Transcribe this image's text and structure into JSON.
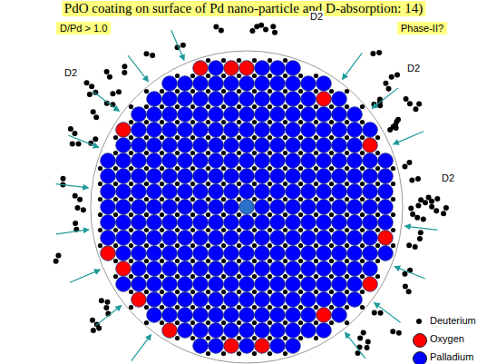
{
  "diagram": {
    "title": "PdO coating on surface of Pd nano-particle and D-absorption: 14)",
    "labels": [
      "D/Pd > 1.0",
      "Phase-II?",
      "D2",
      "D2",
      "D2",
      "D2"
    ],
    "legend": [
      {
        "text": "Deuterium",
        "color": "#000000"
      },
      {
        "text": "Oxygen",
        "color": "#ff0000"
      },
      {
        "text": "Palladium",
        "color": "#0000ff"
      }
    ]
  }
}
